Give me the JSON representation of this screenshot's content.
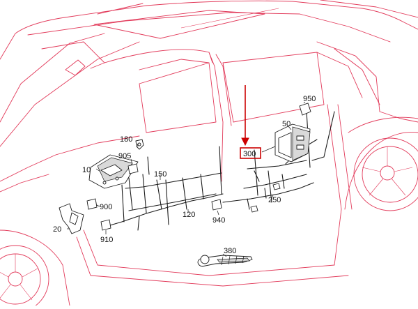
{
  "colors": {
    "body_outline": "#e23a5a",
    "harness": "#1a1a1a",
    "highlight": "#cc0000"
  },
  "highlighted_part": "300",
  "callouts": [
    {
      "id": "c950",
      "label": "950"
    },
    {
      "id": "c50",
      "label": "50"
    },
    {
      "id": "c300",
      "label": "300"
    },
    {
      "id": "c180",
      "label": "180"
    },
    {
      "id": "c905",
      "label": "905"
    },
    {
      "id": "c10",
      "label": "10"
    },
    {
      "id": "c150",
      "label": "150"
    },
    {
      "id": "c900",
      "label": "900"
    },
    {
      "id": "c120",
      "label": "120"
    },
    {
      "id": "c250",
      "label": "250"
    },
    {
      "id": "c20",
      "label": "20"
    },
    {
      "id": "c940",
      "label": "940"
    },
    {
      "id": "c910",
      "label": "910"
    },
    {
      "id": "c380",
      "label": "380"
    }
  ]
}
